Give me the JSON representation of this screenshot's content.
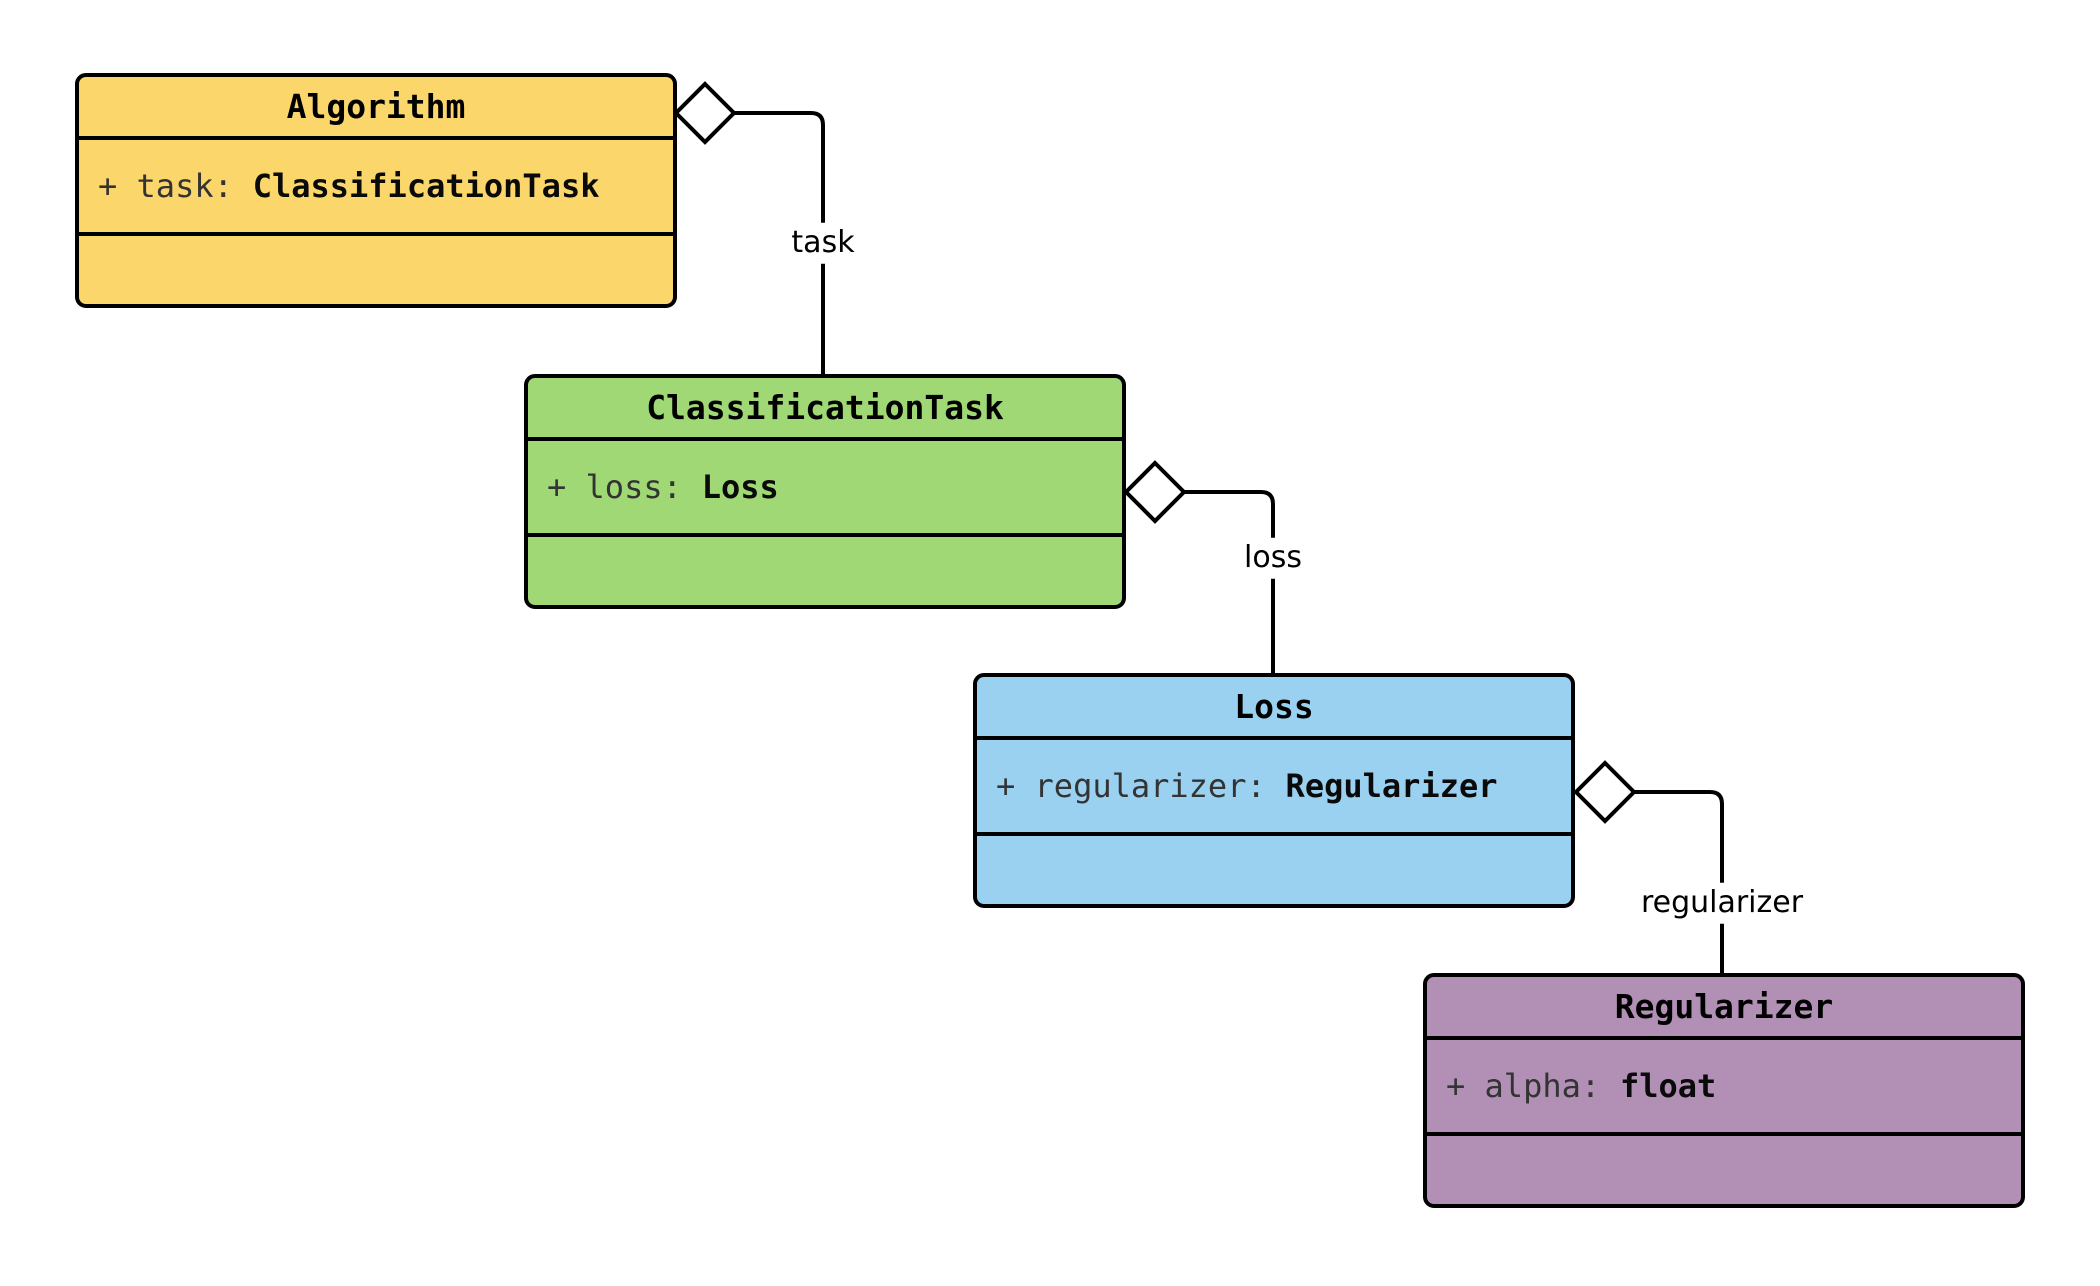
{
  "diagram": {
    "type": "uml-class-diagram",
    "background": "#ffffff",
    "stroke_color": "#000000"
  },
  "classes": [
    {
      "name": "Algorithm",
      "fill": "#FBD76B",
      "attribute": {
        "prefix": "+ task:",
        "type": "ClassificationTask"
      }
    },
    {
      "name": "ClassificationTask",
      "fill": "#9FD874",
      "attribute": {
        "prefix": "+ loss:",
        "type": "Loss"
      }
    },
    {
      "name": "Loss",
      "fill": "#9AD1F0",
      "attribute": {
        "prefix": "+ regularizer:",
        "type": "Regularizer"
      }
    },
    {
      "name": "Regularizer",
      "fill": "#B290B5",
      "attribute": {
        "prefix": "+ alpha:",
        "type": "float"
      }
    }
  ],
  "associations": [
    {
      "from": "Algorithm",
      "to": "ClassificationTask",
      "kind": "aggregation",
      "label": "task"
    },
    {
      "from": "ClassificationTask",
      "to": "Loss",
      "kind": "aggregation",
      "label": "loss"
    },
    {
      "from": "Loss",
      "to": "Regularizer",
      "kind": "aggregation",
      "label": "regularizer"
    }
  ]
}
